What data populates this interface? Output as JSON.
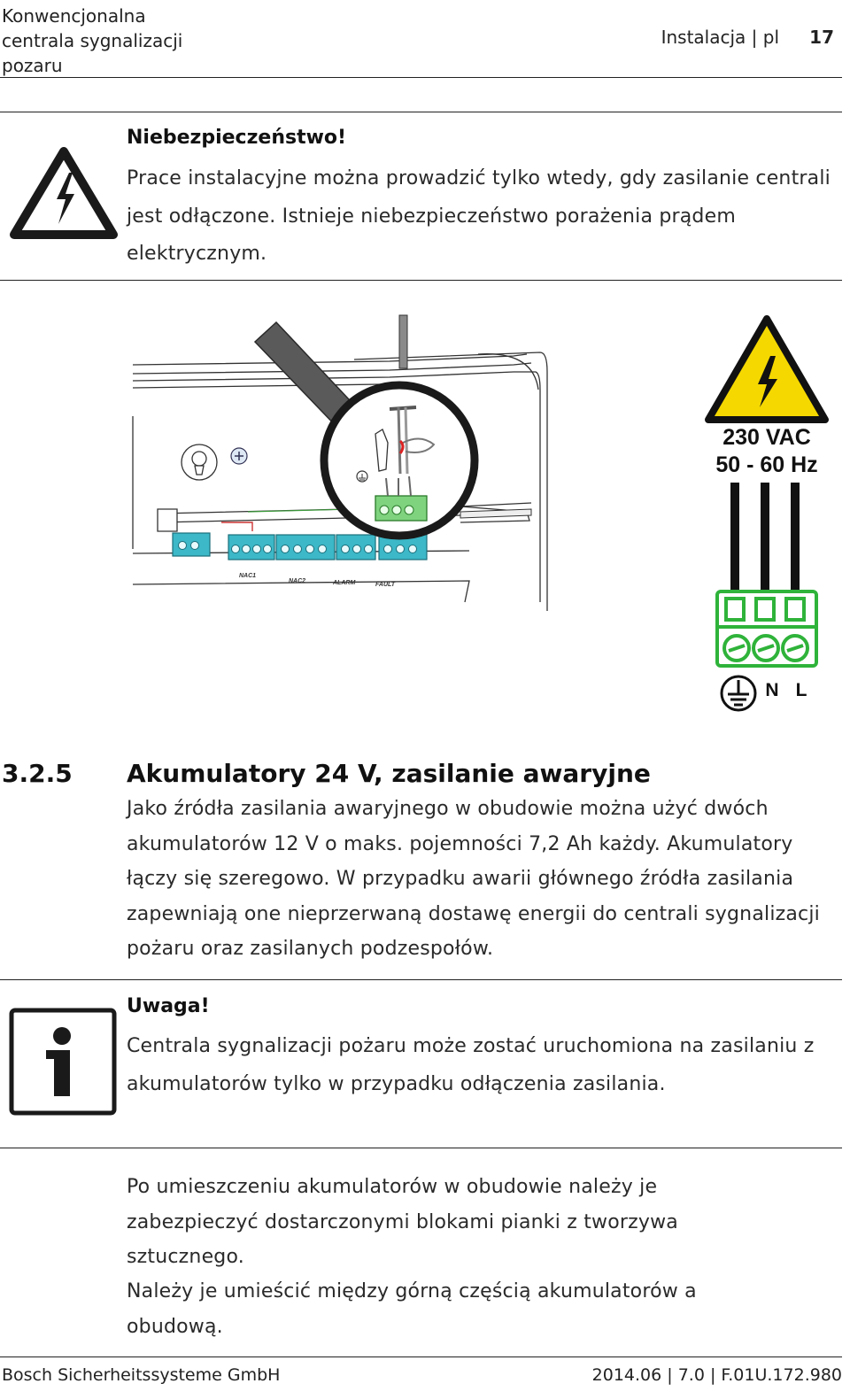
{
  "header": {
    "doc_title": "Konwencjonalna centrala sygnalizacji pozaru",
    "doc_title_lines": [
      "Konwencjonalna",
      "centrala sygnalizacji",
      "pozaru"
    ],
    "section": "Instalacja | pl",
    "page_number": "17"
  },
  "danger": {
    "icon": "electric-shock-warning-icon",
    "title": "Niebezpieczeństwo!",
    "text": "Prace instalacyjne można prowadzić tylko wtedy, gdy zasilanie centrali jest odłączone. Istnieje niebezpieczeństwo porażenia prądem elektrycznym."
  },
  "figure": {
    "voltage_label": "230 VAC",
    "frequency_label": "50 - 60 Hz",
    "terminal_labels": [
      "N",
      "L"
    ],
    "ground_icon": "earth-ground-icon",
    "board_labels": [
      "NAC1",
      "NAC2",
      "ALARM",
      "FAULT"
    ],
    "colors": {
      "warning_yellow": "#f5d800",
      "terminal_green": "#2fb33a",
      "board_terminal_cyan": "#3cb8c8"
    }
  },
  "section": {
    "number": "3.2.5",
    "title": "Akumulatory 24 V, zasilanie awaryjne",
    "paragraph": "Jako źródła zasilania awaryjnego w obudowie można użyć dwóch akumulatorów 12 V o maks. pojemności 7,2 Ah każdy. Akumulatory łączy się szeregowo. W przypadku awarii głównego źródła zasilania zapewniają one nieprzerwaną dostawę energii do centrali sygnalizacji pożaru oraz zasilanych podzespołów."
  },
  "note": {
    "icon": "info-icon",
    "title": "Uwaga!",
    "text": "Centrala sygnalizacji pożaru może zostać uruchomiona na zasilaniu z akumulatorów tylko w przypadku odłączenia zasilania."
  },
  "closing": {
    "paragraph1": "Po umieszczeniu akumulatorów w obudowie należy je zabezpieczyć dostarczonymi blokami pianki z tworzywa sztucznego.",
    "paragraph2": "Należy je umieścić między górną częścią akumulatorów a obudową."
  },
  "footer": {
    "company": "Bosch Sicherheitssysteme GmbH",
    "doc_ref": "2014.06 | 7.0 | F.01U.172.980"
  }
}
